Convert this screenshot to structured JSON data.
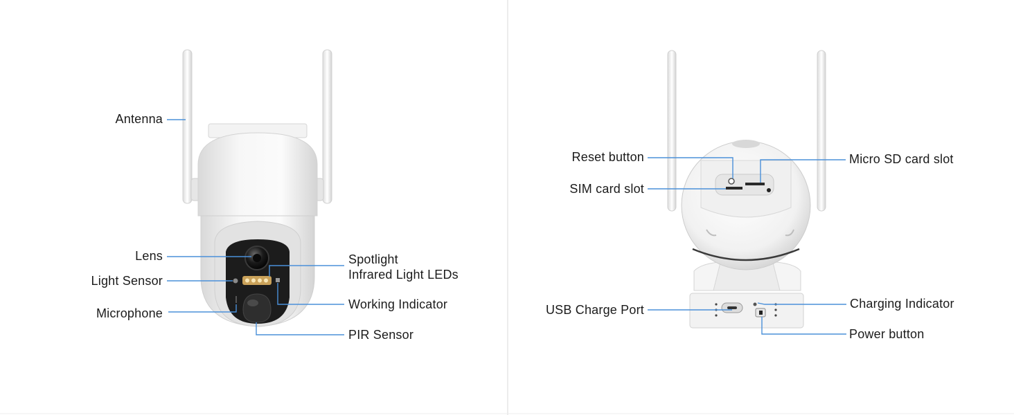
{
  "colors": {
    "leader": "#4a90d9",
    "divider": "#e6e6e6",
    "body": "#f4f4f4",
    "body_shade": "#dcdcdc",
    "face": "#1c1c1c"
  },
  "front_view": {
    "labels": {
      "antenna": "Antenna",
      "lens": "Lens",
      "light_sensor": "Light Sensor",
      "microphone": "Microphone",
      "spotlight": "Spotlight",
      "infrared": "Infrared Light LEDs",
      "working_indicator": "Working Indicator",
      "pir_sensor": "PIR Sensor"
    }
  },
  "back_view": {
    "labels": {
      "reset_button": "Reset button",
      "sim_card_slot": "SIM card slot",
      "micro_sd_slot": "Micro SD card slot",
      "usb_charge_port": "USB Charge Port",
      "charging_indicator": "Charging Indicator",
      "power_button": "Power button"
    }
  }
}
